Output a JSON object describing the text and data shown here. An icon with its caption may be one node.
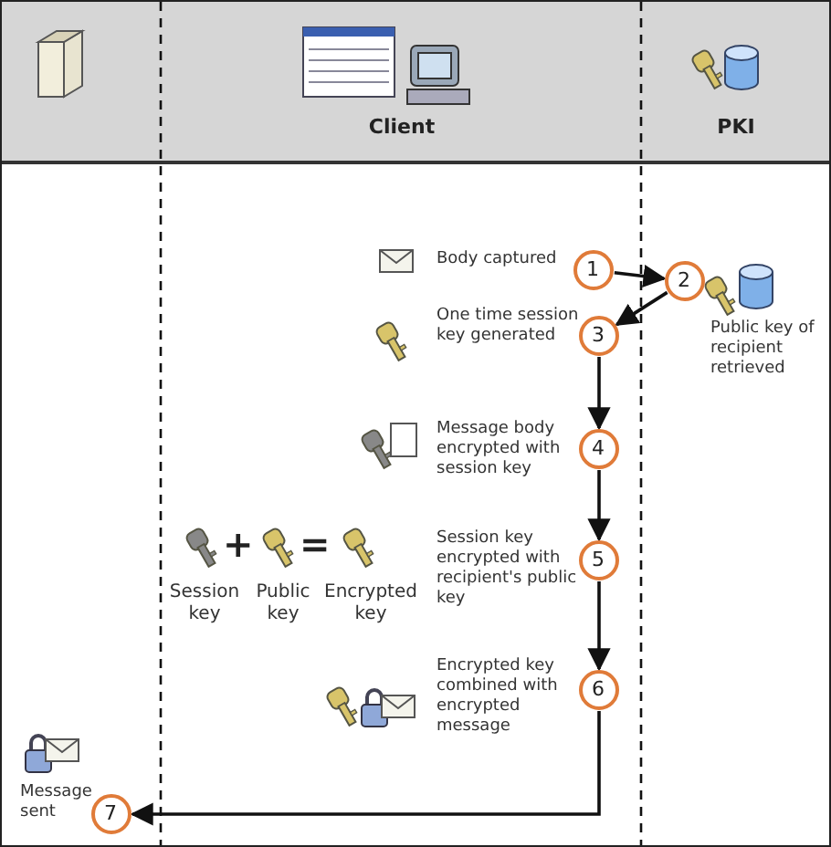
{
  "diagram": {
    "nodes": [
      {
        "text": [
          "1"
        ],
        "beside": [
          "Body captured"
        ]
      },
      {
        "text": [
          "2"
        ],
        "beside": [
          "Public key of recipient retrieved"
        ]
      },
      {
        "text": [
          "3"
        ],
        "beside": [
          "One time session key generated"
        ]
      },
      {
        "text": [
          "4"
        ],
        "beside": [
          "Message body encrypted with session key"
        ]
      },
      {
        "text": [
          "5"
        ],
        "beside": [
          "Session key encrypted with recipient's public key"
        ]
      },
      {
        "text": [
          "6"
        ],
        "beside": [
          "Encrypted key combined with encrypted message"
        ]
      },
      {
        "text": [
          "7"
        ],
        "beside": [
          "Message sent"
        ]
      }
    ],
    "edges": [
      {
        "from": 0,
        "to": 1,
        "arrow": "to"
      },
      {
        "from": 1,
        "to": 2,
        "arrow": "to"
      },
      {
        "from": 2,
        "to": 3,
        "arrow": "to"
      },
      {
        "from": 3,
        "to": 4,
        "arrow": "to"
      },
      {
        "from": 4,
        "to": 5,
        "arrow": "to"
      },
      {
        "from": 5,
        "to": 6,
        "arrow": "to"
      }
    ],
    "labels": [
      "Client",
      "PKI",
      "+",
      "=",
      "Session key",
      "Public key",
      "Encrypted key"
    ]
  }
}
